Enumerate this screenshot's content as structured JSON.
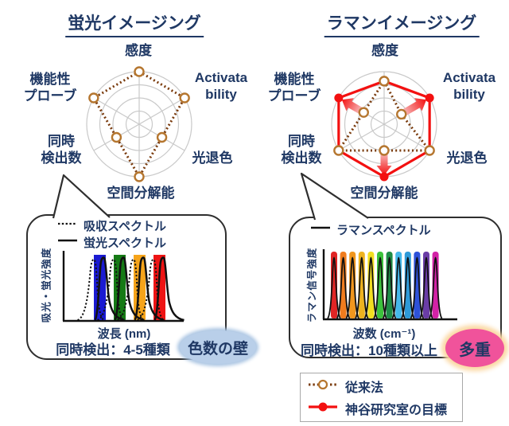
{
  "colors": {
    "navy": "#1f3864",
    "red": "#f31010",
    "dotted_line": "#7a3b0d",
    "marker_ring": "#b5762f",
    "grid": "#c9c9c9",
    "curve_black": "#111111",
    "bubble_border": "#2e2e2e",
    "badge_blue_bg": "#b9cfe9",
    "badge_pink_bg": "#f0539b",
    "badge_pink_glow": "#fbd9a5",
    "arrow_tail": "#f6b6b6",
    "arrow_head": "#f41212"
  },
  "left_panel": {
    "title": "蛍光イメージング",
    "radar_labels": [
      "感度",
      "Activata\nbility",
      "光退色",
      "空間分解能",
      "同時\n検出数",
      "機能性\nプローブ"
    ],
    "callout": {
      "legend": [
        {
          "swatch": "dotted-line",
          "label": "吸収スペクトル"
        },
        {
          "swatch": "solid-line",
          "label": "蛍光スペクトル"
        }
      ],
      "ylabel": "吸光・蛍光強度",
      "xlabel": "波長 (nm)",
      "caption": "同時検出：4-5種類",
      "badge": "色数の壁"
    }
  },
  "right_panel": {
    "title": "ラマンイメージング",
    "radar_labels": [
      "感度",
      "Activata\nbility",
      "光退色",
      "空間分解能",
      "同時\n検出数",
      "機能性\nプローブ"
    ],
    "callout": {
      "legend": [
        {
          "swatch": "solid-line",
          "label": "ラマンスペクトル"
        }
      ],
      "ylabel": "ラマン信号強度",
      "xlabel": "波数 (cm⁻¹)",
      "caption": "同時検出：10種類以上",
      "badge": "多重"
    }
  },
  "legend_box": {
    "items": [
      {
        "swatch": "dotted-open-circle",
        "label": "従来法"
      },
      {
        "swatch": "red-filled-circle",
        "label": "神谷研究室の目標"
      }
    ]
  },
  "chart_data": [
    {
      "id": "radar-fluorescence",
      "type": "radar",
      "title": "蛍光イメージング",
      "axes": [
        "感度",
        "Activatability",
        "光退色",
        "空間分解能",
        "同時検出数",
        "機能性プローブ"
      ],
      "rings": 4,
      "scale": [
        0,
        1
      ],
      "series": [
        {
          "name": "従来法",
          "style": "dotted",
          "markers": "open",
          "values": [
            1.0,
            1.0,
            0.5,
            1.0,
            0.5,
            1.0
          ]
        }
      ]
    },
    {
      "id": "radar-raman",
      "type": "radar",
      "title": "ラマンイメージング",
      "axes": [
        "感度",
        "Activatability",
        "光退色",
        "空間分解能",
        "同時検出数",
        "機能性プローブ"
      ],
      "rings": 4,
      "scale": [
        0,
        1
      ],
      "series": [
        {
          "name": "神谷研究室の目標",
          "style": "solid-red",
          "values": [
            0.82,
            1.0,
            1.0,
            1.0,
            1.0,
            1.0
          ],
          "markers_filled_axes": [
            1,
            3,
            5
          ]
        },
        {
          "name": "従来法",
          "style": "dotted",
          "markers": "open",
          "values": [
            0.82,
            0.38,
            1.0,
            0.5,
            1.0,
            0.45
          ]
        }
      ],
      "arrows": [
        {
          "axis": 1,
          "from": 0.44,
          "to": 0.93
        },
        {
          "axis": 3,
          "from": 0.56,
          "to": 0.97
        },
        {
          "axis": 5,
          "from": 0.52,
          "to": 0.93
        }
      ]
    },
    {
      "id": "fluor-spectra",
      "type": "area",
      "xlabel": "波長 (nm)",
      "ylabel": "吸光・蛍光強度",
      "series": [
        {
          "name": "吸収スペクトル",
          "style": "dotted"
        },
        {
          "name": "蛍光スペクトル",
          "style": "solid"
        }
      ],
      "channel_colors": [
        "#1a1ad2",
        "#157a15",
        "#f6a41a",
        "#ee1414"
      ],
      "caption": "同時検出：4-5種類"
    },
    {
      "id": "raman-spectra",
      "type": "area",
      "xlabel": "波数 (cm⁻¹)",
      "ylabel": "ラマン信号強度",
      "series": [
        {
          "name": "ラマンスペクトル",
          "style": "solid"
        }
      ],
      "peak_colors": [
        "#e02525",
        "#f07c1e",
        "#f0961e",
        "#eeb320",
        "#f2de21",
        "#3cc13c",
        "#1e8c46",
        "#45b8ea",
        "#2e9ad8",
        "#2e52d9",
        "#6a3da6",
        "#d322a6"
      ],
      "caption": "同時検出：10種類以上"
    }
  ]
}
